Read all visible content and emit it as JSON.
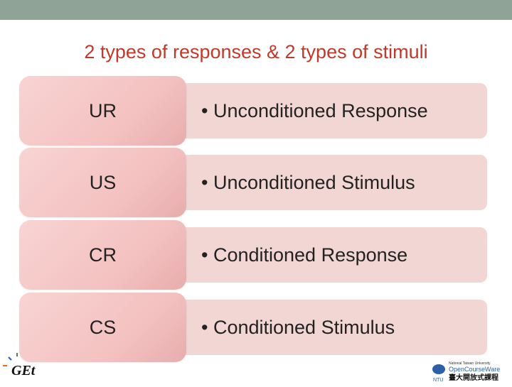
{
  "title": "2 types of responses & 2 types of stimuli",
  "rows": [
    {
      "term": "UR",
      "definition": "• Unconditioned Response"
    },
    {
      "term": "US",
      "definition": "• Unconditioned Stimulus"
    },
    {
      "term": "CR",
      "definition": "• Conditioned Response"
    },
    {
      "term": "CS",
      "definition": "• Conditioned Stimulus"
    }
  ],
  "logos": {
    "left": "GET",
    "right_line1": "National Taiwan University",
    "right_line2": "OpenCourseWare",
    "right_line3": "臺大開放式課程",
    "right_mark": "NTU"
  },
  "colors": {
    "topbar": "#8fa396",
    "title": "#c0392b",
    "term_box": "#f3c1c0",
    "definition_box": "#f1d6d4"
  }
}
